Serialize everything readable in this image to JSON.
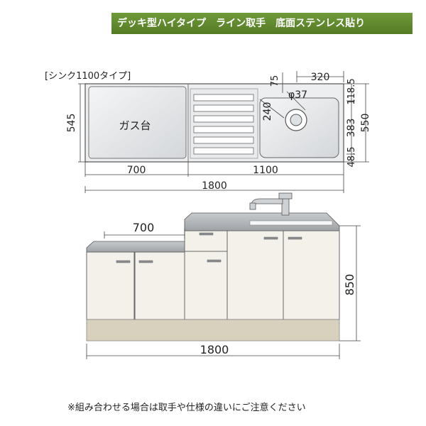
{
  "banner": {
    "title": "デッキ型ハイタイプ　ライン取手　底面ステンレス貼り",
    "color": "#5f8a2e"
  },
  "plan_view": {
    "caption": "[シンク1100タイプ]",
    "gas_label": "ガス台",
    "dims": {
      "total_depth": "545",
      "gas_width": "700",
      "sink_width": "1100",
      "total_width": "1800",
      "faucet_offset": "75",
      "sink_bowl_width": "320",
      "drain_diameter": "φ37",
      "drain_offset": "240",
      "right_top": "118.5",
      "right_mid": "383",
      "right_bottom": "48.5",
      "right_total": "550"
    }
  },
  "front_view": {
    "dims": {
      "gas_width": "700",
      "height": "850",
      "total_width": "1800"
    }
  },
  "footnote": "※組み合わせる場合は取手や仕様の違いにご注意ください",
  "colors": {
    "cabinet": "#f2efe6",
    "plinth": "#d6cfbb",
    "steel": "#e8eaec",
    "outline": "#555555"
  }
}
